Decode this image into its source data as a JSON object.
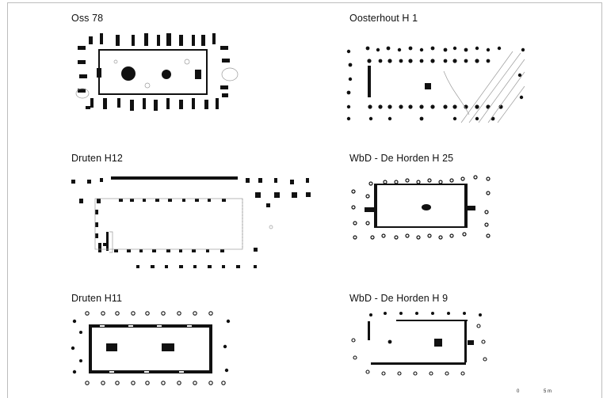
{
  "panels": [
    {
      "id": "oss78",
      "title": "Oss 78"
    },
    {
      "id": "oosterhout-h1",
      "title": "Oosterhout H 1"
    },
    {
      "id": "druten-h12",
      "title": "Druten H12"
    },
    {
      "id": "wbd-horden-h25",
      "title": "WbD - De Horden H 25"
    },
    {
      "id": "druten-h11",
      "title": "Druten H11"
    },
    {
      "id": "wbd-horden-h9",
      "title": "WbD - De Horden H 9"
    }
  ],
  "scale_bar": {
    "start_label": "0",
    "end_label": "5 m"
  },
  "colors": {
    "ink": "#111111",
    "grid_line": "#9a9a9a",
    "frame": "#bdbdbd"
  }
}
